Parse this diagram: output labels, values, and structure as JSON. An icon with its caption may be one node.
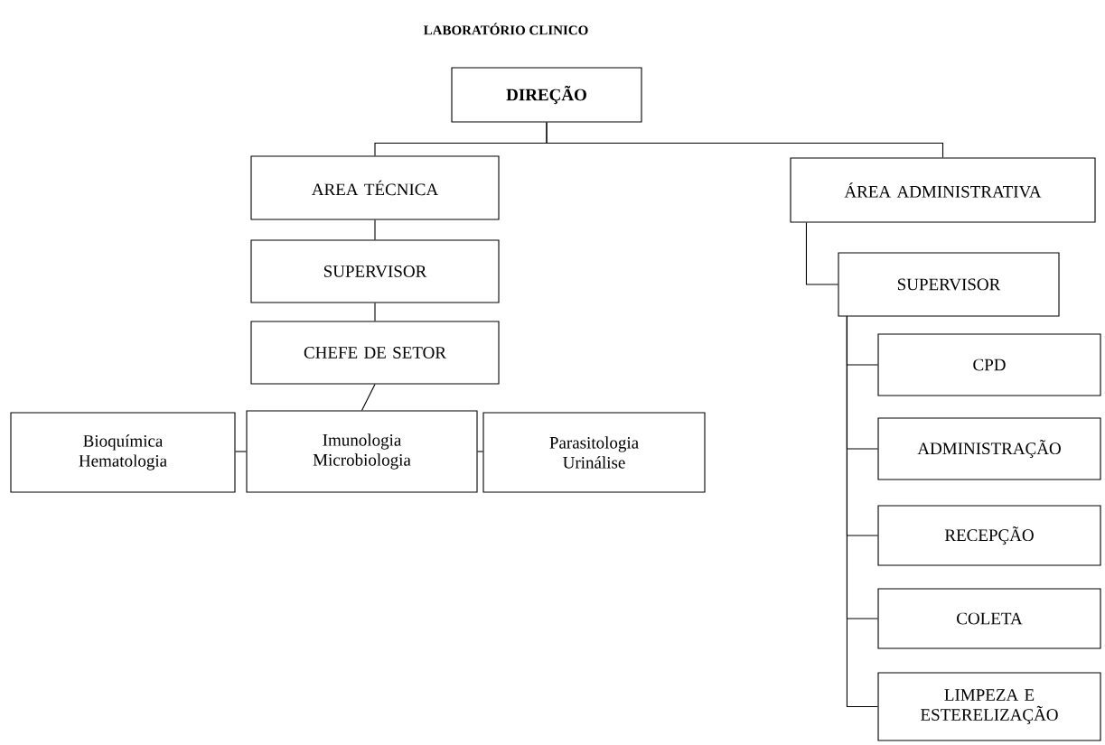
{
  "diagram": {
    "title": "LABORATÓRIO CLINICO",
    "nodes": [
      {
        "text": [
          "DIREÇÃO"
        ]
      },
      {
        "text": [
          "AREA TÉCNICA"
        ]
      },
      {
        "text": [
          "ÁREA ADMINISTRATIVA"
        ]
      },
      {
        "text": [
          "SUPERVISOR"
        ]
      },
      {
        "text": [
          "CHEFE DE SETOR"
        ]
      },
      {
        "text": [
          "Bioquímica Hematologia"
        ]
      },
      {
        "text": [
          "Imunologia Microbiologia"
        ]
      },
      {
        "text": [
          "Parasitologia Urinálise"
        ]
      },
      {
        "text": [
          "SUPERVISOR"
        ]
      },
      {
        "text": [
          "CPD"
        ]
      },
      {
        "text": [
          "ADMINISTRAÇÃO"
        ]
      },
      {
        "text": [
          "RECEPÇÃO"
        ]
      },
      {
        "text": [
          "COLETA"
        ]
      },
      {
        "text": [
          "LIMPEZA E ESTERELIZAÇÃO"
        ]
      }
    ],
    "edges": [
      {
        "from": 0,
        "to": 1,
        "arrow": "none"
      },
      {
        "from": 0,
        "to": 2,
        "arrow": "none"
      },
      {
        "from": 1,
        "to": 3,
        "arrow": "none"
      },
      {
        "from": 3,
        "to": 4,
        "arrow": "none"
      },
      {
        "from": 4,
        "to": 6,
        "arrow": "none"
      },
      {
        "from": 6,
        "to": 5,
        "arrow": "none"
      },
      {
        "from": 6,
        "to": 7,
        "arrow": "none"
      },
      {
        "from": 2,
        "to": 8,
        "arrow": "none"
      },
      {
        "from": 8,
        "to": 9,
        "arrow": "none"
      },
      {
        "from": 8,
        "to": 10,
        "arrow": "none"
      },
      {
        "from": 8,
        "to": 11,
        "arrow": "none"
      },
      {
        "from": 8,
        "to": 12,
        "arrow": "none"
      },
      {
        "from": 8,
        "to": 13,
        "arrow": "none"
      }
    ]
  }
}
